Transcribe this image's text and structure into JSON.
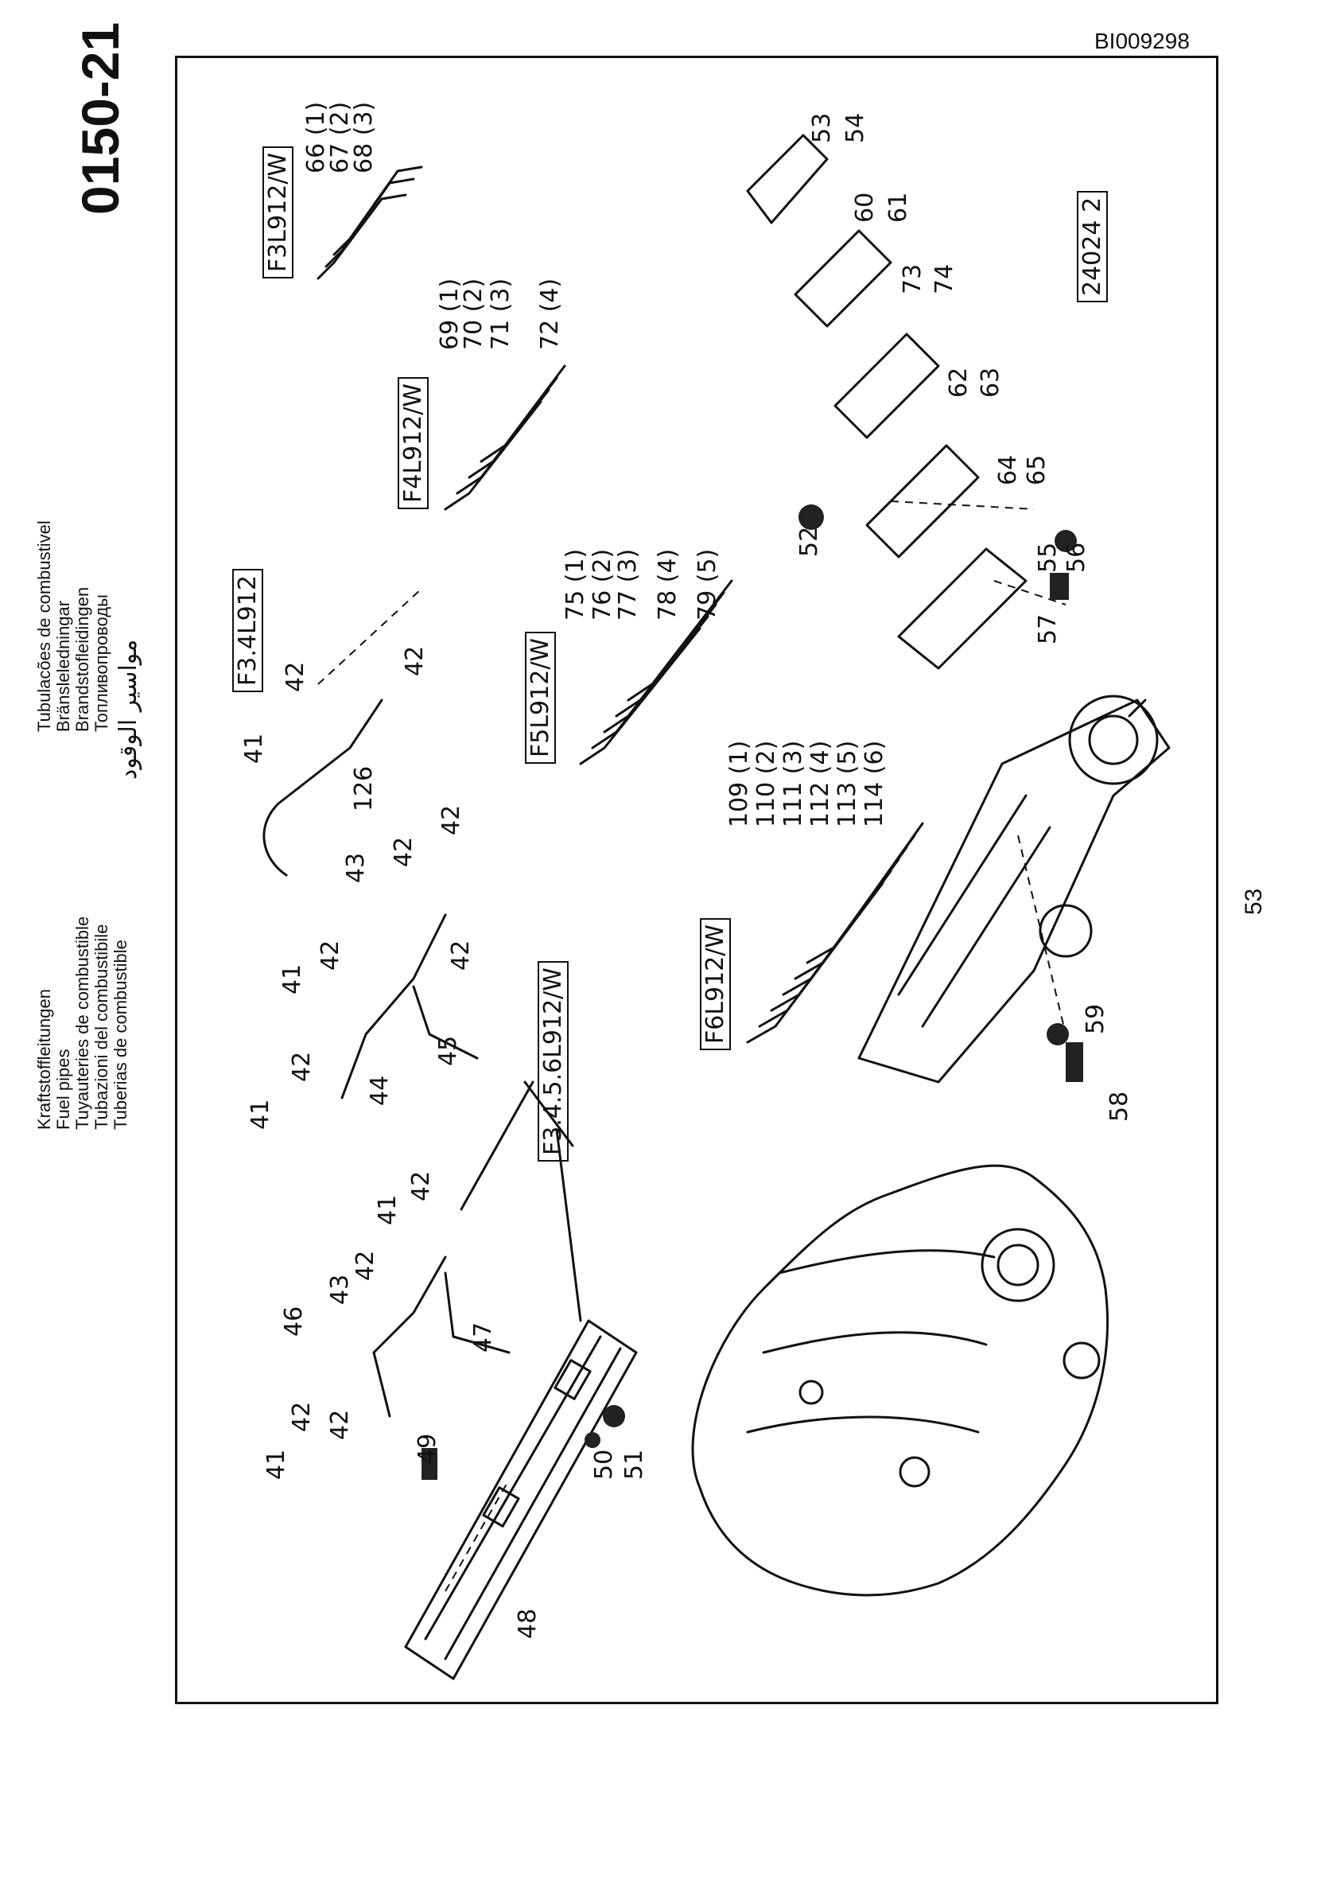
{
  "header": {
    "doc_id": "BI009298",
    "page_code": "0150-21",
    "page_number": "53"
  },
  "titles_left": [
    "Kraftstoffleitungen",
    "Fuel pipes",
    "Tuyauteries de combustible",
    "Tubazioni del combustibile",
    "Tuberias de combustible"
  ],
  "titles_right": [
    "Tubulacões de combustivel",
    "Bränsleledningar",
    "Brandstofleidingen",
    "Топливопроводы"
  ],
  "titles_arabic": "مواسير الوقود",
  "boxed_labels": {
    "f3_4_5_6": "F3.4.5.6L912/W",
    "f3_4": "F3.4L912",
    "f3w": "F3L912/W",
    "f4w": "F4L912/W",
    "f5w": "F5L912/W",
    "f6w": "F6L912/W",
    "ref": "24024 2"
  },
  "callouts": {
    "c41a": "41",
    "c42a": "42",
    "c42b": "42",
    "c46": "46",
    "c43a": "43",
    "c42c": "42",
    "c41b": "41",
    "c42d": "42",
    "c47": "47",
    "c49": "49",
    "c50": "50",
    "c51": "51",
    "c48": "48",
    "c41c": "41",
    "c42e": "42",
    "c44": "44",
    "c41d": "41",
    "c42f": "42",
    "c45": "45",
    "c42g": "42",
    "c43b": "43",
    "c42h": "42",
    "c42i": "42",
    "c41e": "41",
    "c42j": "42",
    "c126": "126",
    "c42k": "42",
    "c66": "66 (1)",
    "c67": "67 (2)",
    "c68": "68 (3)",
    "c69": "69 (1)",
    "c70": "70 (2)",
    "c71": "71 (3)",
    "c72": "72 (4)",
    "c75": "75 (1)",
    "c76": "76 (2)",
    "c77": "77 (3)",
    "c78": "78 (4)",
    "c79": "79 (5)",
    "c109": "109 (1)",
    "c110": "110 (2)",
    "c111": "111 (3)",
    "c112": "112 (4)",
    "c113": "113 (5)",
    "c114": "114 (6)",
    "c53": "53",
    "c54": "54",
    "c60": "60",
    "c61": "61",
    "c73": "73",
    "c74": "74",
    "c62": "62",
    "c63": "63",
    "c64": "64",
    "c65": "65",
    "c52": "52",
    "c55": "55",
    "c56": "56",
    "c57": "57",
    "c58": "58",
    "c59": "59"
  }
}
